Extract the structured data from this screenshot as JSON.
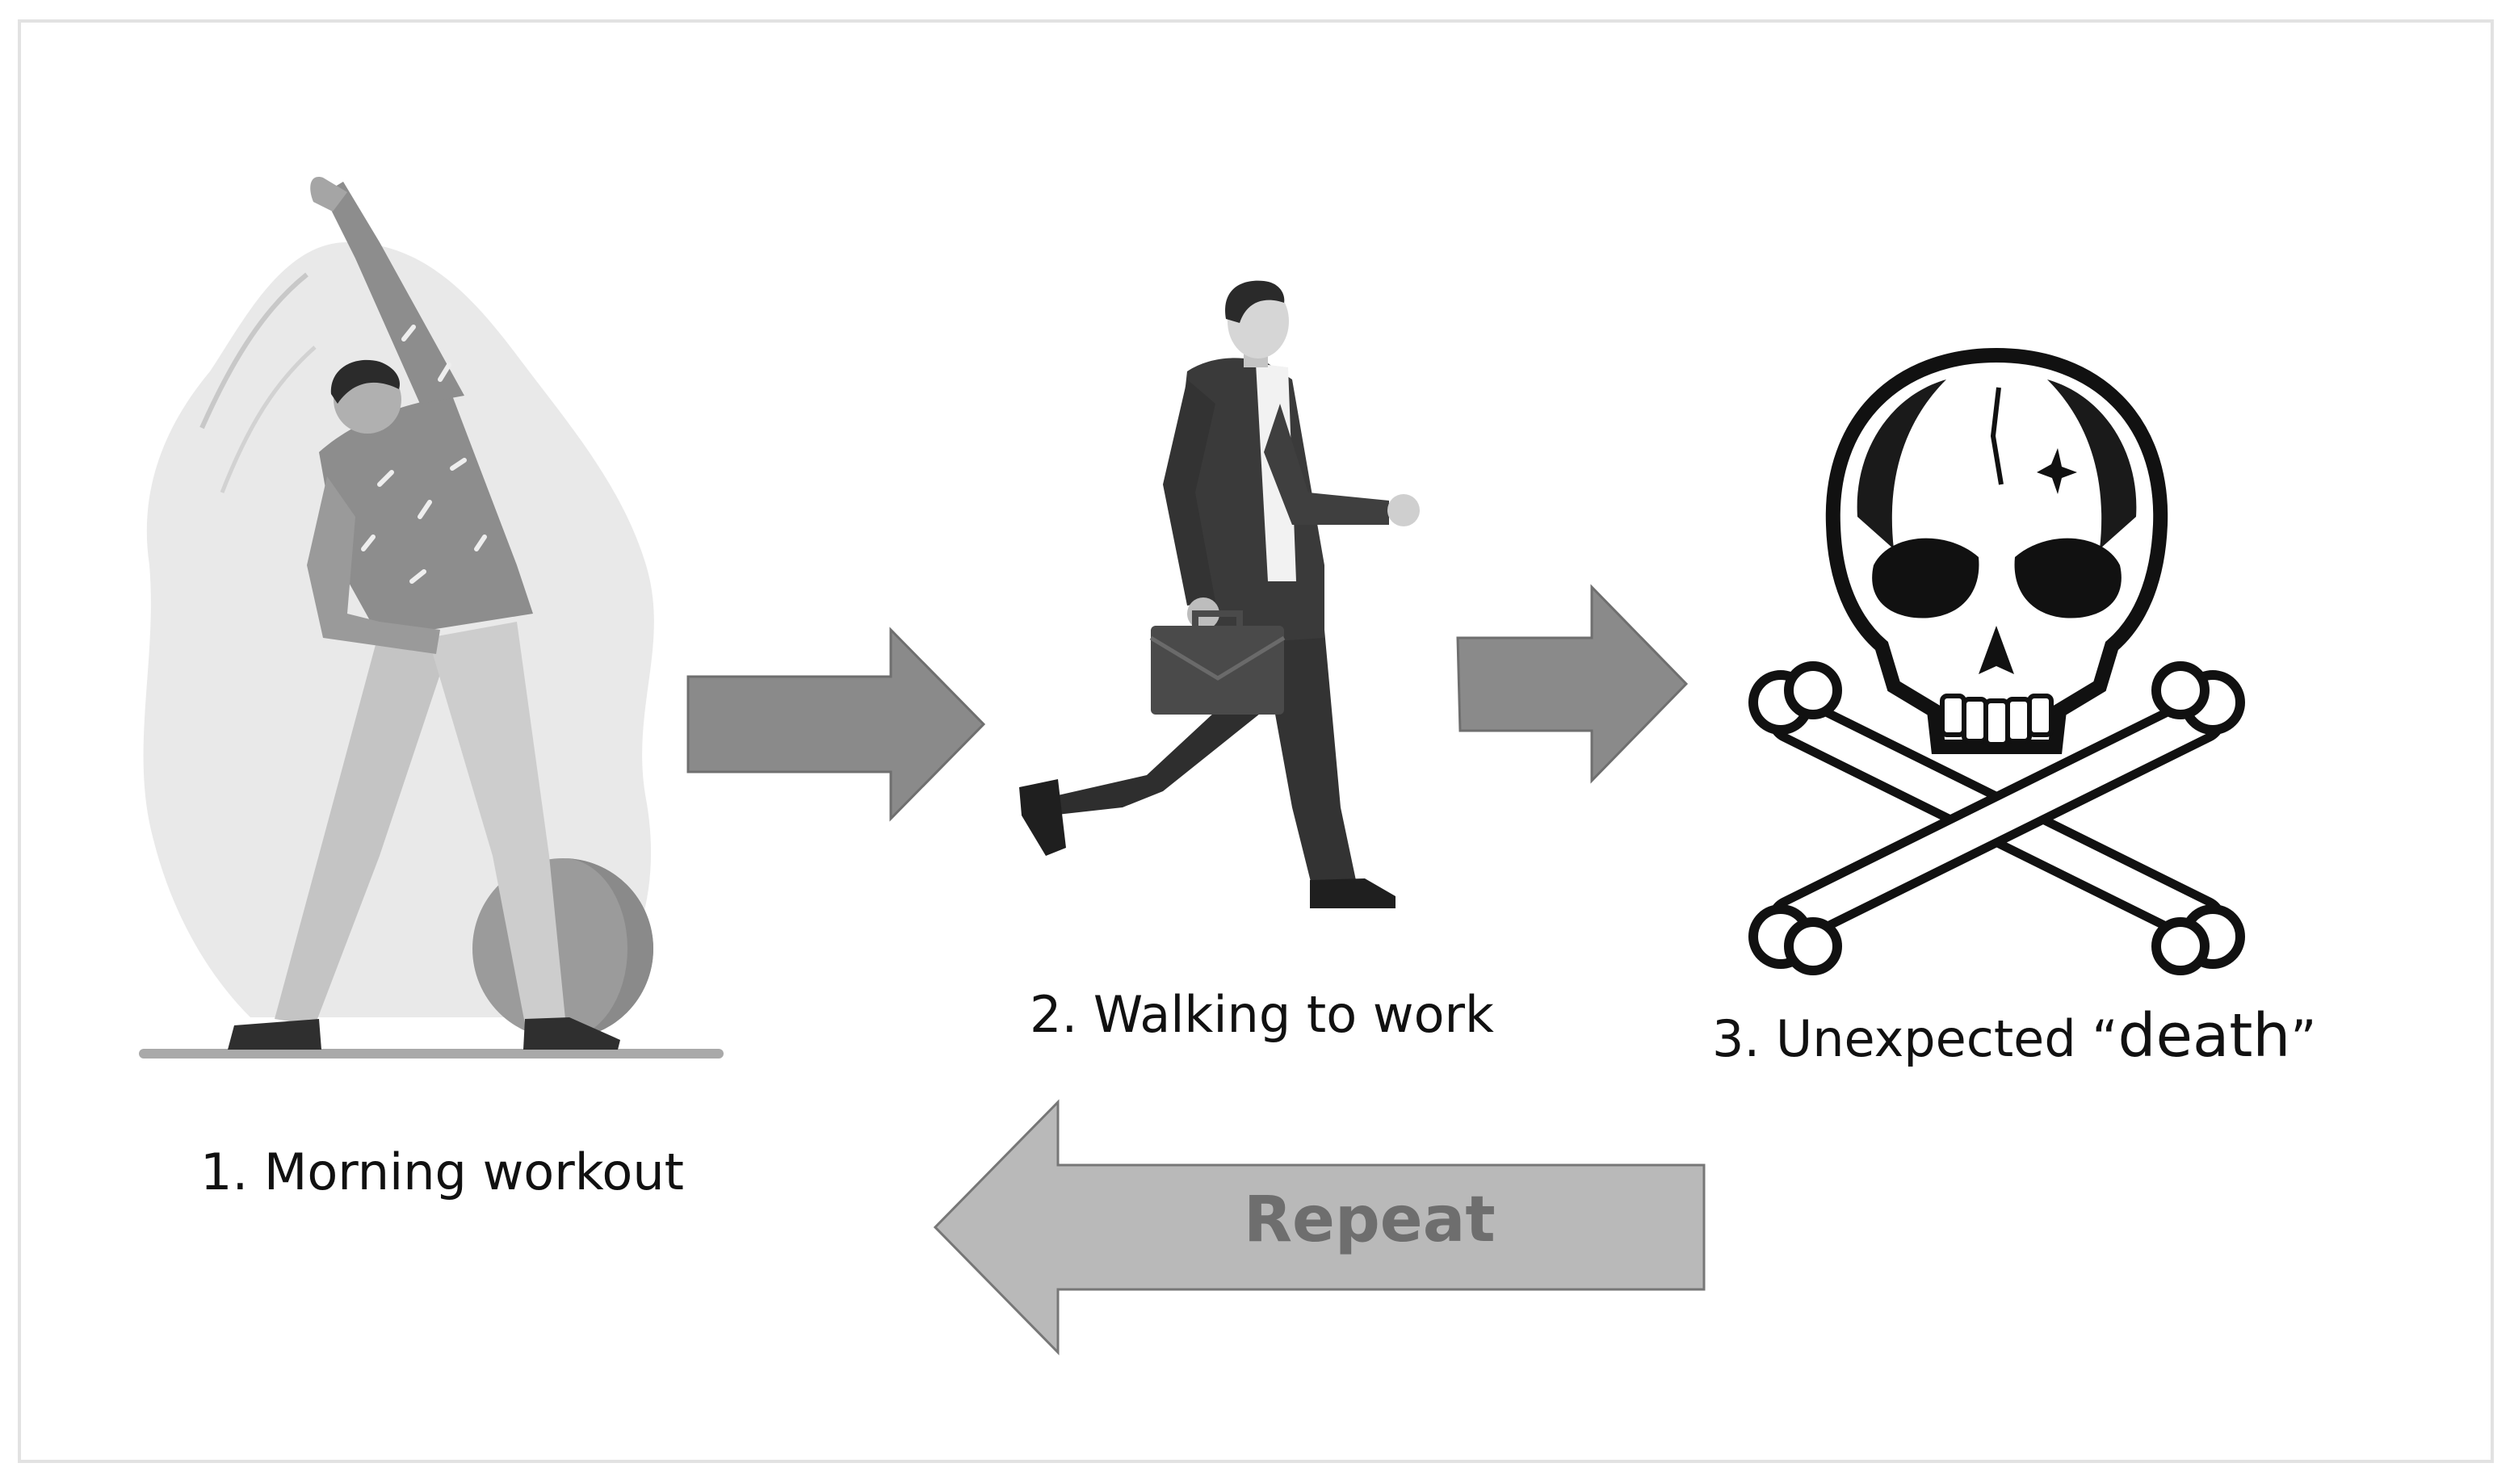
{
  "steps": [
    {
      "label": "1. Morning workout",
      "illustration": "exercising-person-illustration"
    },
    {
      "label": "2. Walking to work",
      "illustration": "walking-businessman-illustration"
    },
    {
      "label_prefix": "3. Unexpected “",
      "label_emphasis": "death",
      "label_suffix": "”",
      "illustration": "skull-and-crossbones-icon"
    }
  ],
  "loop_arrow": {
    "label": "Repeat"
  },
  "colors": {
    "arrow_dark": "#8a8a8a",
    "arrow_light": "#b9b9b9",
    "frame_border": "#e2e2e2",
    "text": "#111111",
    "repeat_text": "#6e6e6e"
  }
}
